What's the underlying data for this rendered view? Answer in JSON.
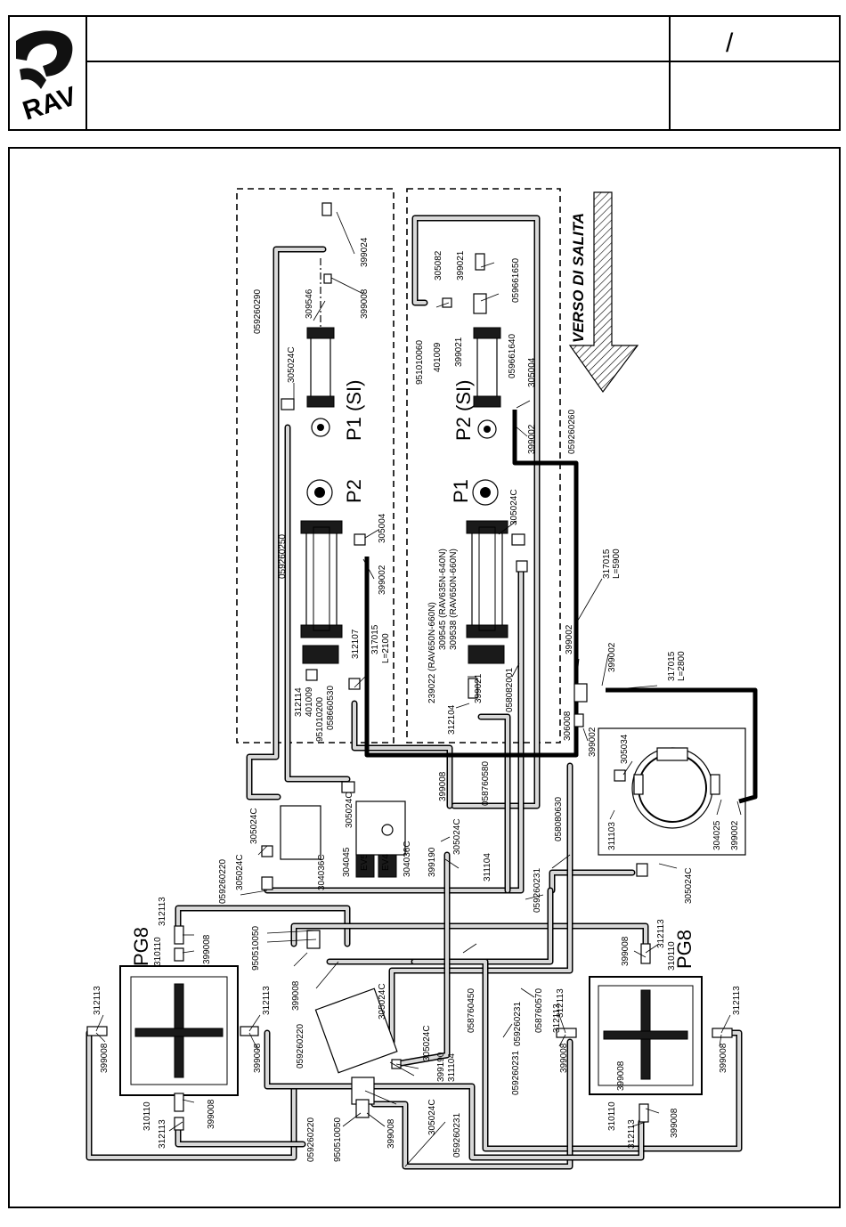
{
  "title_block": {
    "logo_text": "RAV",
    "sheet_separator": "/"
  },
  "direction": {
    "text": "VERSO DI SALITA"
  },
  "cylinders": {
    "p1_si": "P1 (SI)",
    "p2_si": "P2 (SI)",
    "p1": "P1",
    "p2": "P2",
    "pg8_left": "PG8",
    "pg8_right": "PG8"
  },
  "codes": {
    "c059260290": "059260290",
    "c305024C_a": "305024C",
    "c309546": "309546",
    "c399024": "399024",
    "c399008_top": "399008",
    "c059260250": "059260250",
    "c305004_a": "305004",
    "c399002_a": "399002",
    "c317015_a": "317015",
    "c317015_a_len": "L=2100",
    "c312107": "312107",
    "c312114": "312114",
    "c401009_a": "401009",
    "c951010200": "951010200",
    "c058660530": "058660530",
    "c305082": "305082",
    "c399021_a": "399021",
    "c059661650": "059661650",
    "c951010060": "951010060",
    "c401009_b": "401009",
    "c399021_b": "399021",
    "c059661640": "059661640",
    "c305004_b": "305004",
    "c399002_b": "399002",
    "c059260260": "059260260",
    "c305024C_b": "305024C",
    "c239022": "239022 (RAV650N-660N)",
    "c309545": "309545 (RAV635N-640N)",
    "c309538": "309538 (RAV650N-660N)",
    "c399021_c": "399021",
    "c312104": "312104",
    "c058082001": "058082001",
    "c317015_b": "317015",
    "c317015_b_len": "L=5900",
    "c399002_c": "399002",
    "c399002_d": "399002",
    "c317015_c": "317015",
    "c317015_c_len": "L=2800",
    "c306008": "306008",
    "c399002_e": "399002",
    "c305034": "305034",
    "c311103": "311103",
    "c304025": "304025",
    "c399002_f": "399002",
    "c305024C_c": "305024C",
    "c058080630": "058080630",
    "c059260231_a": "059260231",
    "c058760580": "058760580",
    "c399008_m": "399008",
    "c305024C_d": "305024C",
    "c305024C_e": "305024C",
    "c305024C_f": "305024C",
    "c304045": "304045",
    "c304036C_a": "304036C",
    "c304036C_b": "304036C",
    "c305024C_g": "305024C",
    "c399190_a": "399190",
    "c311104_a": "311104",
    "ev5": "EV5",
    "ev4": "EV4",
    "c059260220_a": "059260220",
    "c312113_a": "312113",
    "c310110_a": "310110",
    "c399008_a": "399008",
    "c950510050_a": "950510050",
    "c312113_b": "312113",
    "c399008_b": "399008",
    "c312113_c": "312113",
    "c399008_c": "399008",
    "c310110_b": "310110",
    "c312113_d": "312113",
    "c399008_d": "399008",
    "c399008_e": "399008",
    "c059260220_b": "059260220",
    "c305024C_h": "305024C",
    "c305024C_i": "305024C",
    "c058760450": "058760450",
    "c399190_b": "399190",
    "c311104_b": "311104",
    "c059260231_b": "059260231",
    "c058760570": "058760570",
    "c059260231_c": "059260231",
    "c059260220_c": "059260220",
    "c305024C_j": "305024C",
    "c950510050_b": "950510050",
    "c399008_f": "399008",
    "c059260231_d": "059260231",
    "c312113_e": "312113",
    "c399008_g": "399008",
    "c310110_c": "310110",
    "c312113_f": "312113",
    "c399008_h": "399008",
    "c312113_g": "312113",
    "c399008_i": "399008",
    "c312113_h": "312113",
    "c399008_j": "399008",
    "c310110_d": "310110",
    "c312113_i": "312113",
    "c399008_k": "399008"
  }
}
